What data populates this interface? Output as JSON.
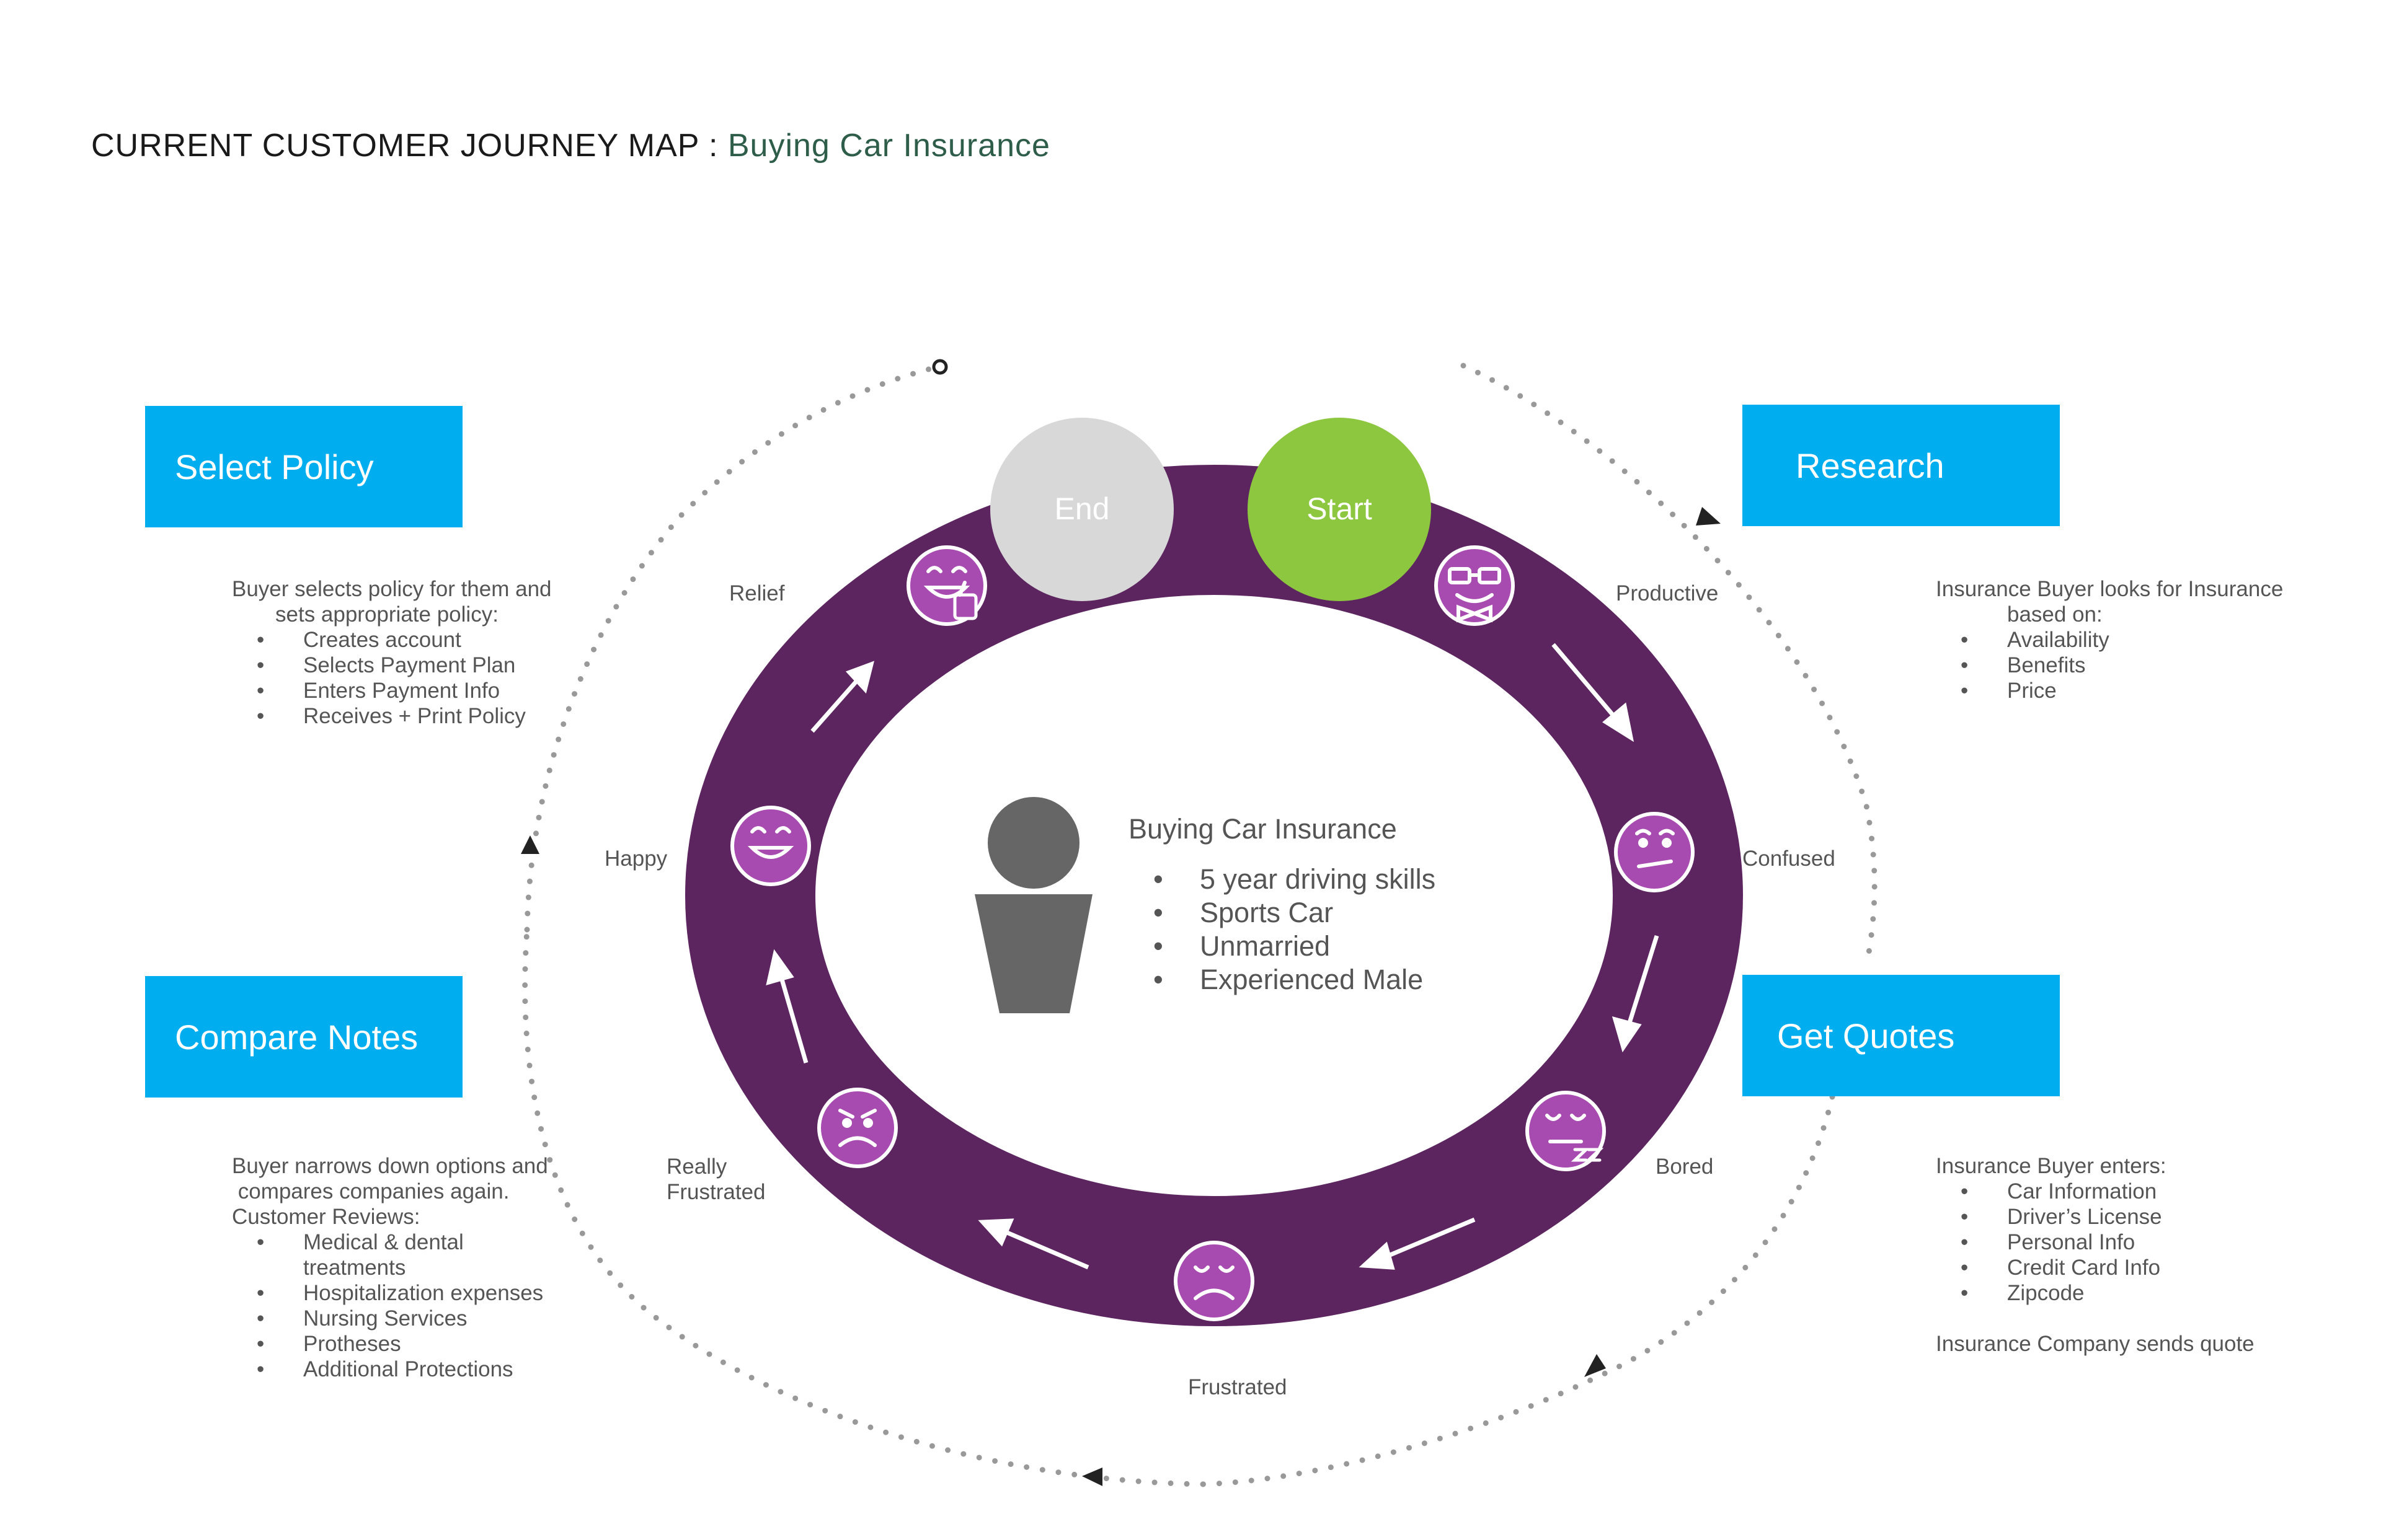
{
  "title": {
    "main": "CURRENT CUSTOMER JOURNEY MAP : ",
    "sub": "Buying Car Insurance"
  },
  "colors": {
    "stage_box": "#00aeef",
    "ring": "#5c2560",
    "face": "#a84bb0",
    "start": "#8dc63f",
    "end": "#d8d8d8",
    "dots": "#999999"
  },
  "stages": {
    "select_policy": {
      "label": "Select Policy",
      "intro": [
        "Buyer selects policy for them and",
        "sets appropriate policy:"
      ],
      "items": [
        "Creates account",
        "Selects Payment Plan",
        "Enters Payment Info",
        "Receives + Print Policy"
      ]
    },
    "research": {
      "label": "Research",
      "intro": [
        "Insurance Buyer looks for Insurance",
        "based on:"
      ],
      "items": [
        "Availability",
        "Benefits",
        "Price"
      ]
    },
    "compare_notes": {
      "label": "Compare Notes",
      "intro": [
        "Buyer narrows down options and",
        " compares companies again.",
        "Customer Reviews:"
      ],
      "items": [
        "Medical & dental",
        "treatments",
        "Hospitalization expenses",
        "Nursing Services",
        "Protheses",
        "Additional Protections"
      ]
    },
    "get_quotes": {
      "label": "Get Quotes",
      "intro": [
        "Insurance Buyer enters:"
      ],
      "items": [
        "Car Information",
        "Driver’s License",
        "Personal Info",
        "Credit Card Info",
        "Zipcode"
      ],
      "outro": "Insurance Company sends quote"
    }
  },
  "circles": {
    "start": "Start",
    "end": "End"
  },
  "emotions": {
    "productive": "Productive",
    "confused": "Confused",
    "bored": "Bored",
    "frustrated": "Frustrated",
    "really_frustrated": [
      "Really",
      "Frustrated"
    ],
    "happy": "Happy",
    "relief": "Relief"
  },
  "persona": {
    "title": "Buying Car Insurance",
    "traits": [
      "5 year driving skills",
      "Sports Car",
      "Unmarried",
      "Experienced Male"
    ]
  }
}
